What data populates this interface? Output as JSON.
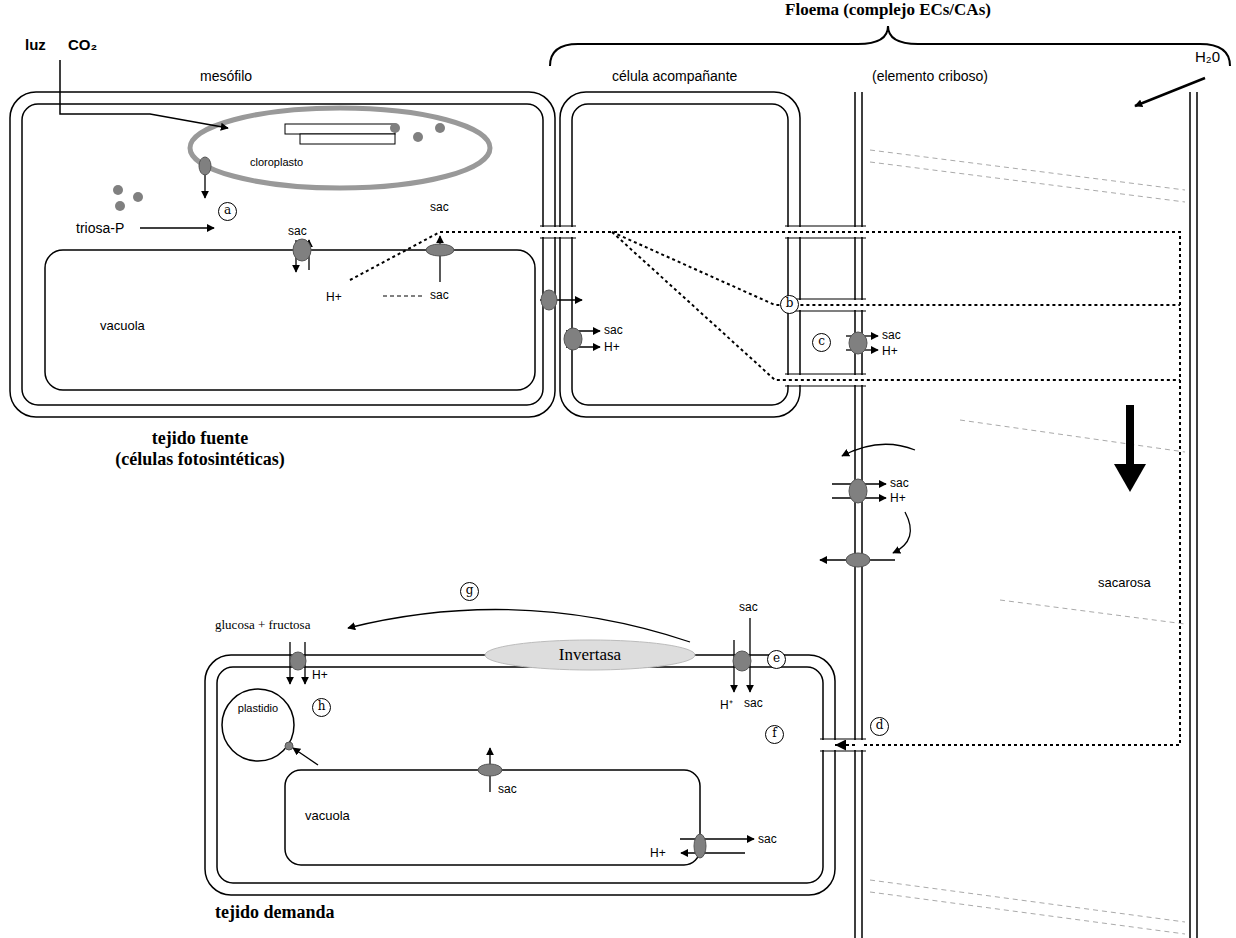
{
  "diagram": {
    "title": "Floema (complejo ECs/CAs)",
    "nodes": [
      {
        "text": [
          "mesófilo",
          "tejido fuente (células fotosintéticas)"
        ]
      },
      {
        "text": [
          "cloroplasto"
        ],
        "in": 0
      },
      {
        "text": [
          "vacuola"
        ],
        "in": 0
      },
      {
        "text": [
          "célula acompañante"
        ]
      },
      {
        "text": [
          "(elemento criboso)"
        ]
      },
      {
        "text": [
          "Invertasa"
        ]
      },
      {
        "text": [
          "tejido demanda"
        ]
      },
      {
        "text": [
          "plastidio"
        ],
        "in": 6
      },
      {
        "text": [
          "vacuola"
        ],
        "in": 6
      }
    ],
    "edges": [
      {
        "from": 4,
        "to": 6,
        "arrow": "to"
      }
    ],
    "labels": [
      "luz",
      "CO₂",
      "H₂0",
      "triosa-P",
      "a",
      "sac",
      "H+",
      "sac",
      "sac",
      "sac",
      "H+",
      "b",
      "c",
      "sac",
      "H+",
      "sac",
      "H+",
      "sacarosa",
      "d",
      "glucosa + fructosa",
      "g",
      "sac",
      "e",
      "H+",
      "h",
      "H⁺",
      "sac",
      "f",
      "sac",
      "H+",
      "sac"
    ]
  }
}
